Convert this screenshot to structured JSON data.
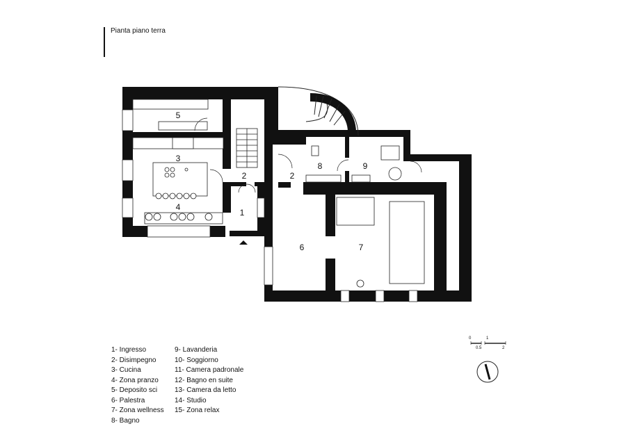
{
  "title": "Pianta piano terra",
  "room_numbers": [
    "1",
    "2",
    "2",
    "3",
    "4",
    "5",
    "6",
    "7",
    "8",
    "9"
  ],
  "legend_col1": [
    "1- Ingresso",
    "2- Disimpegno",
    "3- Cucina",
    "4- Zona pranzo",
    "5- Deposito sci",
    "6- Palestra",
    "7- Zona wellness",
    "8- Bagno"
  ],
  "legend_col2": [
    "9- Lavanderia",
    "10- Soggiorno",
    "11- Camera padronale",
    "12- Bagno en suite",
    "13- Camera da letto",
    "14- Studio",
    "15- Zona relax"
  ],
  "scale_labels": [
    "0",
    "1",
    "0.5",
    "2"
  ],
  "colors": {
    "wall": "#111111",
    "furniture": "#ffffff",
    "stroke": "#222222"
  },
  "icons": [
    "entrance-arrow-icon",
    "north-arrow-icon"
  ]
}
